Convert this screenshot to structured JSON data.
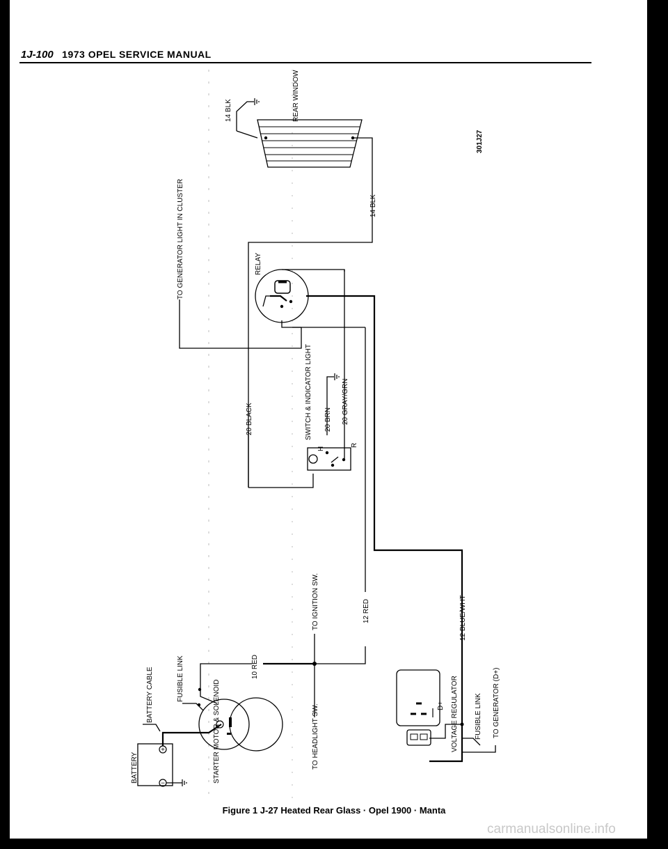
{
  "header": {
    "page_number": "1J-100",
    "title": "1973 OPEL SERVICE MANUAL"
  },
  "figure_id": "301J27",
  "caption": "Figure 1 J-27 Heated Rear Glass · Opel 1900 · Manta",
  "watermark": "carmanualsonline.info",
  "labels": {
    "battery": "BATTERY",
    "battery_cable": "BATTERY CABLE",
    "fusible_link_1": "FUSIBLE LINK",
    "starter": "STARTER MOTOR & SOLENOID",
    "wire_10red": "10 RED",
    "to_headlight": "TO HEADLIGHT SW.",
    "to_ignition": "TO IGNITION SW.",
    "wire_12red": "12 RED",
    "wire_20black": "20 BLACK",
    "to_gen_light": "TO GENERATOR LIGHT IN CLUSTER",
    "relay": "RELAY",
    "switch": "SWITCH & INDICATOR LIGHT",
    "wire_20brn": "20 BRN",
    "wire_20graygrn": "20 GRAY/GRN",
    "term_h": "H",
    "term_r": "R",
    "wire_14blk_top": "14 BLK",
    "rear_window": "REAR WINDOW",
    "wire_14blk": "14 BLK",
    "wire_12bluwht": "12 BLUE/WHT",
    "voltage_regulator": "VOLTAGE REGULATOR",
    "term_d": "D+",
    "fusible_link_2": "FUSIBLE LINK",
    "to_generator": "TO GENERATOR (D+)"
  }
}
